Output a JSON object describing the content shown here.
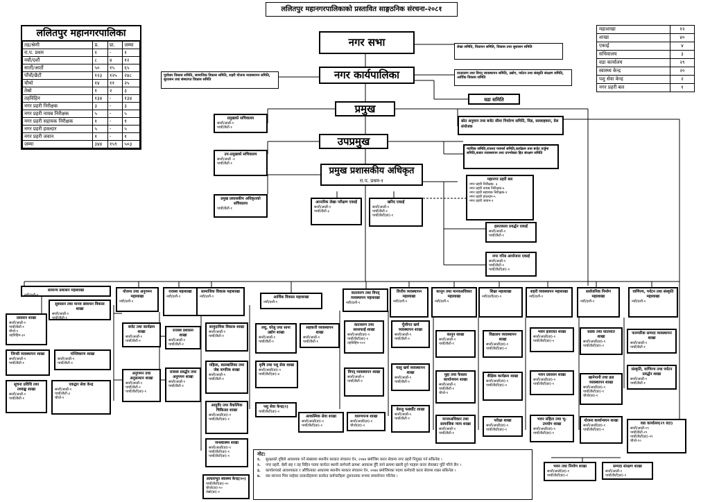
{
  "title": "ललितपुर महानगरपालिकाको प्रस्तावित साङ्गठनिक संरचना-२०८१",
  "left_table": {
    "title": "ललितपुर महानगरपालिका",
    "headers": [
      "तह/श्रेणी",
      "प्र.",
      "प्रा.",
      "जम्मा"
    ],
    "rows": [
      [
        "रा.प. प्रथम",
        "१",
        "-",
        "१"
      ],
      [
        "नवौं/दशौं",
        "८",
        "४",
        "१२"
      ],
      [
        "सातौं/आठौं",
        "५०",
        "१५",
        "६५"
      ],
      [
        "पाँचौं/छैटौं",
        "१२३",
        "१२५",
        "२४८"
      ],
      [
        "चौथो",
        "१४",
        "११",
        "२५"
      ],
      [
        "तेस्रो",
        "१",
        "२",
        "३"
      ],
      [
        "तहविहिन",
        "१३४",
        "-",
        "१३४"
      ],
      [
        "नगर प्रहरी निरीक्षक",
        "३",
        "-",
        "३"
      ],
      [
        "नगर प्रहरी नायब निरीक्षक",
        "५",
        "-",
        "५"
      ],
      [
        "नगर प्रहरी सहायक निरीक्षक",
        "१",
        "-",
        "१"
      ],
      [
        "नगर प्रहरी हवल्दार",
        "५",
        "-",
        "५"
      ],
      [
        "नगर प्रहरी जवान",
        "१",
        "-",
        "१"
      ],
      [
        "जम्मा",
        "३४४",
        "१५९",
        "५०३"
      ]
    ]
  },
  "right_table": {
    "rows": [
      [
        "महाशाखा",
        "१२"
      ],
      [
        "शाखा",
        "४०"
      ],
      [
        "एकाई",
        "४"
      ],
      [
        "सचिवालय",
        "३"
      ],
      [
        "वडा कार्यालय",
        "२९"
      ],
      [
        "स्वास्थ्य केन्द्र",
        "२०"
      ],
      [
        "पशु सेवा केन्द्र",
        "२"
      ],
      [
        "नगर प्रहरी बल",
        "१"
      ]
    ]
  },
  "main": {
    "nagar_sabha": "नगर सभा",
    "nagar_karyapalika": "नगर कार्यपालिका",
    "pramukh": "प्रमुख",
    "upapramukh": "उपप्रमुख",
    "cao": "प्रमुख प्रशासकीय अधिकृत",
    "cao_sub": "रा.प. प्रथम-१",
    "ward": "वडा समिति"
  },
  "committees": {
    "sabha": "लेखा समिति, विधायन समिति, विकास तथा सुशासन समिति",
    "karyapalika_left": "पूर्वाधार विकास समिति, सामाजिक विकास समिति, शहरी योजना व्यवस्थापन समिति, सुशासन तथा संस्थागत विकास समिति",
    "karyapalika_right": "वातावरण तथा विपद् व्यवस्थापन समिति, उद्योग, पर्यटन तथा संस्कृति संरक्षण समिति, आर्थिक विकास समिति",
    "pramukh_right": "स्रोत अनुमान तथा बजेट सीमा निर्धारण समिति, विज्ञ, सल्लाहकार, प्रेस संयोजक",
    "upapramukh_right": "न्यायिक समिति,राजश्व परामर्श समिति,कार्यक्रम तथा बजेट तर्जुमा समिति,बजार व्यवस्थापन तथा उपभोक्ता हित संरक्षण समिति"
  },
  "secretariats": {
    "pramukh": {
      "title": "प्रमुखको सचिवालय",
      "lines": [
        "सातौं/आठौं-१",
        "पाचौं/छैटौं-१"
      ]
    },
    "upapramukh": {
      "title": "उप-प्रमुखको सचिवालय",
      "lines": [
        "सातौं/आठौं -१",
        "पाचौं/छैटौं-१"
      ]
    },
    "cao": {
      "title": "प्रमुख प्रशासकीय अधिकृतको सचिवालय",
      "lines": [
        "पाचौं/छैटौं-१"
      ]
    }
  },
  "units": {
    "audit": {
      "title": "आन्तरिक लेखा परीक्षण एकाई",
      "lines": [
        "सातौं/आठौं-१",
        "पाचौं/छैटौं-३"
      ]
    },
    "procurement": {
      "title": "खरिद एकाई",
      "lines": [
        "सातौं/आठौं-१",
        "पाचौं/छैटौं-१",
        "पाचौं/छैटौं(प्रा)-१"
      ]
    },
    "police": {
      "title": "महानगर प्रहरी बल",
      "lines": [
        "नगर प्रहरी निरीक्षक- ३",
        "नगर प्रहरी नायब निरीक्षक-५",
        "नगर प्रहरी सहायक निरीक्षक-१",
        "नगर प्रहरी हवल्दार-५",
        "नगर प्रहरी जवान-१"
      ]
    },
    "heritage": {
      "title": "हलतकला प्रवर्द्धन एकाई",
      "lines": [
        "सातौं/आठौं-१",
        "पाचौं/छैटौं-१"
      ]
    },
    "poverty": {
      "title": "नगर गरिब आयोजना एकाई",
      "lines": [
        "सातौं/आठौं-१",
        "पाचौं/छैटौं-१",
        "पाचौं/छैटौं(प्रा)-१"
      ]
    }
  },
  "divisions": [
    {
      "title": "सामान्य प्रशासन महाशाखा",
      "lines": [
        "नवौं/दशौं-१"
      ]
    },
    {
      "title": "योजना तथा अनुगमन महाशाखा",
      "lines": [
        "नवौं/दशौं-१"
      ]
    },
    {
      "title": "राजस्व महाशाखा",
      "lines": [
        "नवौं/दशौं-१"
      ]
    },
    {
      "title": "सामाजिक विकास महाशाखा",
      "lines": [
        "नवौं/दशौं-१"
      ]
    },
    {
      "title": "आर्थिक विकास महाशाखा",
      "lines": [
        "नवौं/दशौं-१"
      ]
    },
    {
      "title": "वातावरण तथा विपद् व्यवस्थापन महाशाखा",
      "lines": [
        "नवौं/दशौं-१"
      ]
    },
    {
      "title": "वित्तीय व्यवस्थापन महाशाखा",
      "lines": [
        "नवौं/दशौं-१"
      ]
    },
    {
      "title": "कानून तथा मानवअधिकार महाशाखा",
      "lines": [
        "नवौं/दशौं-१"
      ]
    },
    {
      "title": "शिक्षा महाशाखा",
      "lines": [
        "नवौं/दशौं(प्रा)-१"
      ]
    },
    {
      "title": "शहरी व्यवस्थापन महाशाखा",
      "lines": [
        "नवौं/दशौं-१"
      ]
    },
    {
      "title": "सार्वजनिक निर्माण महाशाखा",
      "lines": [
        "नवौं/दशौं-१"
      ]
    },
    {
      "title": "वाणिज्य, पर्यटन तथा संस्कृति महाशाखा",
      "lines": [
        "नवौं/दशौं-१"
      ]
    }
  ],
  "sections": [
    {
      "title": "प्रशासन शाखा",
      "lines": [
        "सातौं/आठौं-१",
        "पाचौं/छैटौं-१",
        "चौथो-१",
        "तहविहिन-३०"
      ]
    },
    {
      "title": "सुशासन तथा मानव संशाधन विकास शाखा",
      "lines": [
        "सातौं/आठौं-१",
        "पाचौं/छैटौं-१"
      ]
    },
    {
      "title": "जिन्सी व्यवस्थापन शाखा",
      "lines": [
        "सातौं/आठौं-१",
        "पाचौं/छैटौं-१"
      ]
    },
    {
      "title": "पञ्जिकरण शाखा",
      "lines": [
        "सातौं/आठौं-१",
        "पाचौं/छैटौं-१"
      ]
    },
    {
      "title": "सूचना प्रविधि तथा तथ्याङ्क शाखा",
      "lines": [
        "सातौं/आठौं-१",
        "पाचौं/छैटौं-१"
      ]
    },
    {
      "title": "एकद्वार सेवा केन्द्र",
      "lines": [
        "सातौं/आठौं-१",
        "पाचौं/छैटौं-३",
        "चौथो-१"
      ]
    },
    {
      "title": "बजेट तथा कार्यक्रम शाखा",
      "lines": [
        "सातौं/आठौं-१",
        "पाचौं/छैटौं-१"
      ]
    },
    {
      "title": "अनुगमन तथा अनुसन्धान शाखा",
      "lines": [
        "सातौं/आठौं-१",
        "पाचौं/छैटौं-१",
        "पाचौं/छैटौं(प्रा)-१"
      ]
    },
    {
      "title": "राजस्व प्रशासन शाखा",
      "lines": [
        "सातौं/आठौं-१",
        "पाचौं/छैटौं-१"
      ]
    },
    {
      "title": "राजस्व प्रवर्द्धन तथा अनुगमन शाखा",
      "lines": [
        "सातौं/आठौं-१",
        "पाचौं/छैटौं-१"
      ]
    },
    {
      "title": "सामुदायिक विकास शाखा",
      "lines": [
        "सातौं/आठौं-१",
        "पाचौं/छैटौं-१"
      ]
    },
    {
      "title": "महिला, बालबालिका तथा जेष्ठ नागरिक शाखा",
      "lines": [
        "सातौं/आठौं-१",
        "पाचौं/छैटौं-१"
      ]
    },
    {
      "title": "आयुर्वेद तथा वैकल्पिक चिकित्सा शाखा",
      "lines": [
        "सातौं/आठौं(प्रा)-१",
        "पाचौं/छैटौं(प्रा)-१"
      ]
    },
    {
      "title": "जनस्वास्थ्य शाखा",
      "lines": [
        "सातौं/आठौं(प्रा)-१",
        "पाचौं/छैटौं(प्रा)-१",
        "पाचौं/छैटौं(प्रा)-१"
      ]
    },
    {
      "title": "आधारभूत स्वास्थ्य केन्द्र(२०)",
      "lines": [
        "पाचौं/छैटौं(प्रा)-२०",
        "चौथो(प्रा)-१०",
        "तेस्रो(प्रा)-२"
      ]
    },
    {
      "title": "लघु, घरेलु तथा साना उद्योग शाखा",
      "lines": [
        "सातौं/आठौं-१",
        "पाचौं/छैटौं-१"
      ]
    },
    {
      "title": "कृषि तथा पशु सेवा शाखा",
      "lines": [
        "सातौं/आठौं(प्रा)-१",
        "पाचौं/छैटौं(प्रा)-४"
      ]
    },
    {
      "title": "पशु सेवा केन्द्र(२)",
      "lines": [
        "पाचौं/छैटौं(प्रा)-२"
      ]
    },
    {
      "title": "सहकारी व्यवस्थापन शाखा",
      "lines": [
        "सातौं/आठौं-१",
        "पाचौं/छैटौं-१"
      ]
    },
    {
      "title": "वातावरण तथा सरसफाई शाखा",
      "lines": [
        "सातौं/आठौं(प्रा)-१",
        "पाचौं/छैटौं(प्रा)-१",
        "तहविहिन-१०२"
      ]
    },
    {
      "title": "विपद् व्यवस्थापन शाखा",
      "lines": [
        "सातौं/आठौं-१",
        "पाचौं/छैटौं-१"
      ]
    },
    {
      "title": "आकस्मिक सेवा शाखा",
      "lines": [
        "सातौं/आठौं(प्रा)-१",
        "पाचौं/छैटौं(प्रा)-१"
      ]
    },
    {
      "title": "वारुणयन्त्र शाखा",
      "lines": [
        "सातौं/आठौं(प्रा)-१",
        "चौथो(प्रा)-१"
      ]
    },
    {
      "title": "पूँजीगत खर्च व्यवस्थापन शाखा",
      "lines": [
        "सातौं/आठौं-१",
        "पाचौं/छैटौं-१"
      ]
    },
    {
      "title": "चालु खर्च व्यवस्थापन शाखा",
      "lines": [
        "सातौं/आठौं-१",
        "पाचौं/छैटौं-१"
      ]
    },
    {
      "title": "बेरुजु फर्छ्यौट शाखा",
      "lines": [
        "सातौं/आठौं-१",
        "पाचौं/छैटौं-१"
      ]
    },
    {
      "title": "कानून शाखा",
      "lines": [
        "सातौं/आठौं-१",
        "पाचौं/छैटौं-१"
      ]
    },
    {
      "title": "मुद्दा तथा फैसला कार्यान्वयन शाखा",
      "lines": [
        "सातौं/आठौं-१",
        "पाचौं/छैटौं-१",
        "चौथो-१"
      ]
    },
    {
      "title": "मानवअधिकार तथा सामाजिक न्याय शाखा",
      "lines": [
        "सातौं/आठौं-१",
        "पाचौं/छैटौं-१"
      ]
    },
    {
      "title": "विद्यालय व्यवस्थापन शाखा",
      "lines": [
        "सातौं/आठौं(प्रा)-१",
        "पाचौं/छैटौं(प्रा)-२"
      ]
    },
    {
      "title": "शैक्षिक कार्यक्रम शाखा",
      "lines": [
        "सातौं/आठौं(प्रा)-१",
        "पाचौं/छैटौं(प्रा)-२"
      ]
    },
    {
      "title": "परीक्षा शाखा",
      "lines": [
        "सातौं/आठौं(प्रा)-१",
        "पाचौं/छैटौं(प्रा)-१"
      ]
    },
    {
      "title": "भवन इजाजत शाखा",
      "lines": [
        "सातौं/आठौं(प्रा)-१",
        "पाचौं/छैटौं(प्रा)-५"
      ]
    },
    {
      "title": "भवन प्रशासन शाखा",
      "lines": [
        "सातौं/आठौं(प्रा)-१",
        "पाचौं/छैटौं(प्रा)-१"
      ]
    },
    {
      "title": "भवन संहिता तथा भू-उपयोग शाखा",
      "lines": [
        "सातौं/आठौं(प्रा)-१",
        "पाचौं/छैटौं(प्रा)-१"
      ]
    },
    {
      "title": "सडक तथा यातायात शाखा",
      "lines": [
        "सातौं/आठौं(प्रा)-१",
        "पाचौं/छैटौं(प्रा)-२"
      ]
    },
    {
      "title": "खानेपानी तथा ढल व्यवस्थापन शाखा",
      "lines": [
        "सातौं/आठौं(प्रा)-१",
        "पाचौं/छैटौं(प्रा)-१",
        "चौथो(प्रा)-१"
      ]
    },
    {
      "title": "योजना कार्यान्वयन शाखा",
      "lines": [
        "सातौं/आठौं(प्रा)-१",
        "पाचौं/छैटौं(प्रा)-२"
      ]
    },
    {
      "title": "पारम्परिक सम्पदा व्यवस्थापन शाखा",
      "lines": [
        "सातौं/आठौं-१",
        "पाचौं/छैटौं-१"
      ]
    },
    {
      "title": "संस्कृति, वाणिज्य तथा पर्यटन प्रवर्द्धन शाखा",
      "lines": [
        "सातौं/आठौं-१",
        "पाचौं/छैटौं-१"
      ]
    },
    {
      "title": "वडा कार्यालय(२९ वटा)",
      "lines": [
        "सातौं/आठौं-१९",
        "पाचौं/छैटौं-२९",
        "पाचौं/छैटौं(प्रा)-१९",
        "चौथो-१०"
      ]
    },
    {
      "title": "भवन तथा निर्माण शाखा",
      "lines": [
        "सातौं/आठौं(प्रा)-१",
        "पाचौं/छैटौं(प्रा)-२"
      ]
    },
    {
      "title": "सम्पदा संरक्षण शाखा",
      "lines": [
        "सातौं/आठौं-१",
        "पाचौं/छैटौं(प्रा)-१"
      ]
    }
  ],
  "notes": {
    "label": "नोट:",
    "items": [
      {
        "num": "१.",
        "text": "सुरक्षाको दृष्टिले आवश्यक पर्ने संख्यामा स्थानीय सरकार संचालन ऐन, २०७४ बमोजिम करार सेवामा नगर प्रहरी नियुक्त गर्न सकिनेछ ।"
      },
      {
        "num": "२.",
        "text": "नगर प्रहरी, बेसी सह र तह विहिन पदमा कार्यरत स्थायी कर्मचारी क्रमशः अवकाश हुँदै जाने क्रममा खाली हुने पदहरू करार सेवाबाट पूर्ति गरिने छैन ।"
      },
      {
        "num": "३.",
        "text": "कार्यालयको आवश्यकता र औचित्यका आधारमा स्थानीय सरकार संचालन ऐन, २०७४ बमोजिमका पदमा कर्मचारी करार सेवामा राख्न सकिनेछ ।"
      },
      {
        "num": "४.",
        "text": "यस संरचना भित्र नरहेका दरबन्दीहरूमा कार्यरत कर्मचारीहरू तुलनात्मक रूपमा समायोजन गरिनेछ ।"
      }
    ]
  }
}
